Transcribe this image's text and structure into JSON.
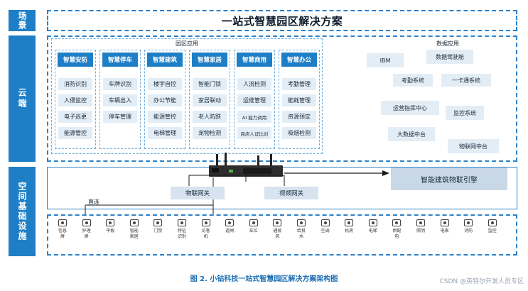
{
  "side_labels": {
    "scene": "场景",
    "cloud": "云端",
    "infra": "空间基础设施"
  },
  "banner": {
    "title": "一站式智慧园区解决方案"
  },
  "park_apps": {
    "title": "园区应用",
    "columns": [
      {
        "head": "智慧安防",
        "items": [
          "消防识别",
          "入侵监控",
          "电子巡更",
          "能源管控"
        ]
      },
      {
        "head": "智慧停车",
        "items": [
          "车牌识别",
          "车辆出入",
          "停车管理"
        ]
      },
      {
        "head": "智慧建筑",
        "items": [
          "楼宇自控",
          "办公节能",
          "能源管控",
          "电梯管理"
        ]
      },
      {
        "head": "智慧家居",
        "items": [
          "智能门锁",
          "家居联动",
          "老人防跌",
          "宠物检测"
        ]
      },
      {
        "head": "智慧商用",
        "items": [
          "人流检测",
          "运维管理",
          "AI 能力调用",
          "商店人证比对"
        ]
      },
      {
        "head": "智慧办公",
        "items": [
          "考勤管理",
          "能耗管理",
          "资源预定",
          "吸烟检测"
        ]
      }
    ]
  },
  "data_apps": {
    "title": "数据应用",
    "items": [
      "IBM",
      "数据驾驶舱",
      "考勤系统",
      "一卡通系统",
      "运营指挥中心",
      "监控系统",
      "大数据中台",
      "物联网中台"
    ]
  },
  "infra": {
    "gateways": [
      "物联网关",
      "视频网关"
    ],
    "direct": "直连",
    "engine": "智能建筑物联引擎",
    "devices": [
      "信息屏",
      "护理屏",
      "平板",
      "智能家居",
      "门禁",
      "特征识别",
      "访客机",
      "道闸",
      "车位",
      "通排风",
      "给排水",
      "空调",
      "机房",
      "电梯",
      "供配电",
      "照明",
      "电表",
      "消防",
      "监控"
    ]
  },
  "caption": "图 2. 小钴科技一站式智慧园区解决方案架构图",
  "watermark": "CSDN @英特尔开发人员专区",
  "colors": {
    "accent": "#1f7fc6",
    "cell": "#e3edf6",
    "caption": "#1f6fb5"
  }
}
